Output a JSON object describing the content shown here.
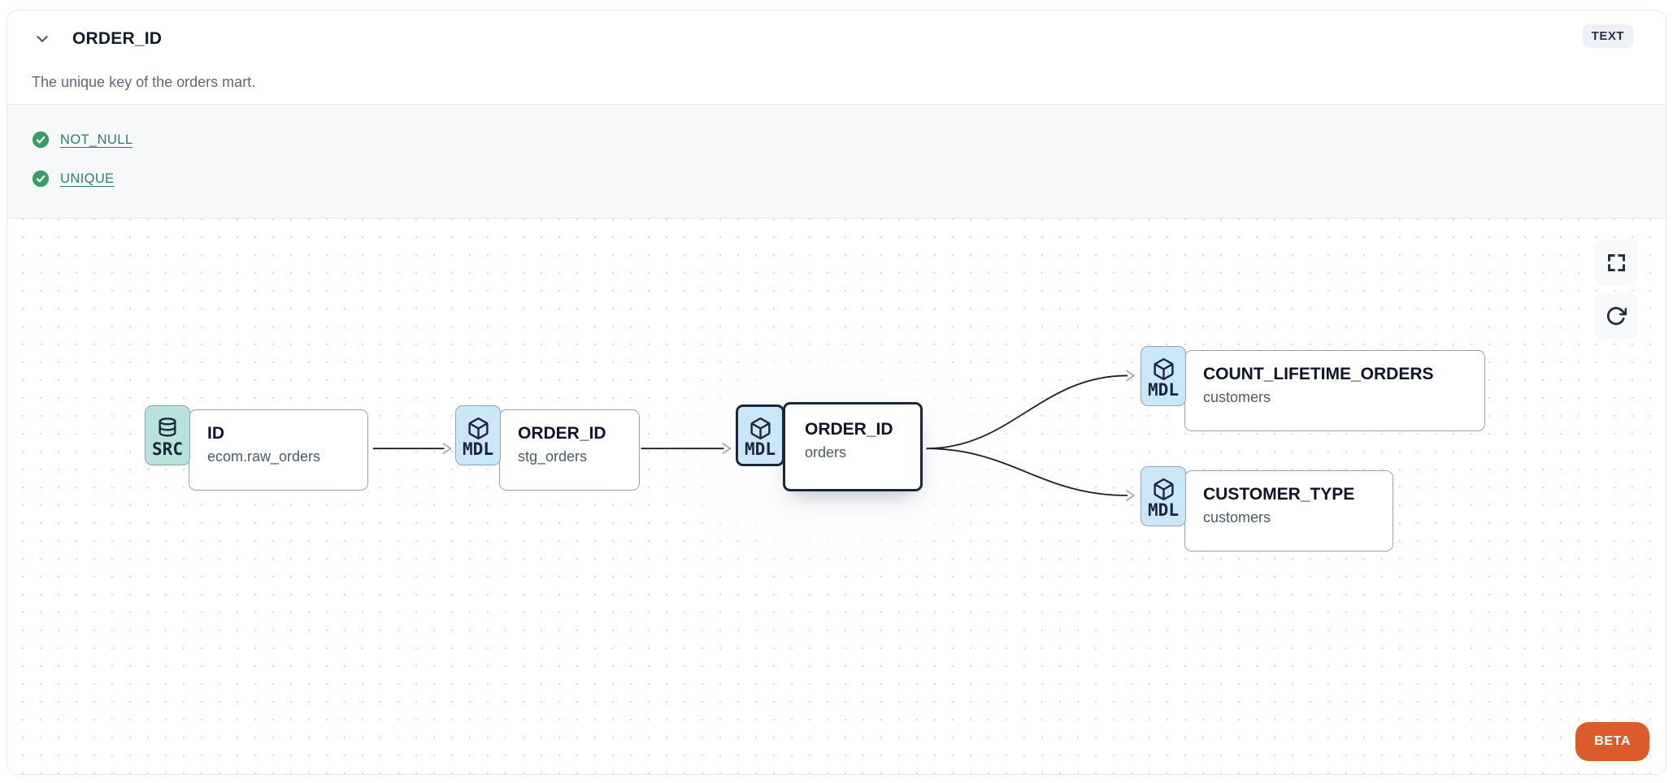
{
  "header": {
    "title": "ORDER_ID",
    "type_badge": "TEXT",
    "description": "The unique key of the orders mart."
  },
  "tests": {
    "items": [
      {
        "label": "NOT_NULL",
        "status": "pass"
      },
      {
        "label": "UNIQUE",
        "status": "pass"
      }
    ]
  },
  "graph": {
    "nodes": [
      {
        "badge": "SRC",
        "icon": "database-icon",
        "title": "ID",
        "subtitle": "ecom.raw_orders",
        "selected": false
      },
      {
        "badge": "MDL",
        "icon": "cube-icon",
        "title": "ORDER_ID",
        "subtitle": "stg_orders",
        "selected": false
      },
      {
        "badge": "MDL",
        "icon": "cube-icon",
        "title": "ORDER_ID",
        "subtitle": "orders",
        "selected": true
      },
      {
        "badge": "MDL",
        "icon": "cube-icon",
        "title": "COUNT_LIFETIME_ORDERS",
        "subtitle": "customers",
        "selected": false
      },
      {
        "badge": "MDL",
        "icon": "cube-icon",
        "title": "CUSTOMER_TYPE",
        "subtitle": "customers",
        "selected": false
      }
    ],
    "edges": [
      {
        "from": "ID (ecom.raw_orders)",
        "to": "ORDER_ID (stg_orders)"
      },
      {
        "from": "ORDER_ID (stg_orders)",
        "to": "ORDER_ID (orders)"
      },
      {
        "from": "ORDER_ID (orders)",
        "to": "COUNT_LIFETIME_ORDERS (customers)"
      },
      {
        "from": "ORDER_ID (orders)",
        "to": "CUSTOMER_TYPE (customers)"
      }
    ]
  },
  "controls": {
    "beta_label": "BETA"
  },
  "colors": {
    "src_badge_bg": "#b9e2dc",
    "mdl_badge_bg": "#c9e7f8",
    "selected_border": "#1b2638",
    "node_border": "#94a3b8",
    "test_pass_green": "#3c9a67",
    "test_link_teal": "#2c7a72",
    "beta_orange": "#dc5b2b",
    "edge_stroke": "#1a202c"
  }
}
